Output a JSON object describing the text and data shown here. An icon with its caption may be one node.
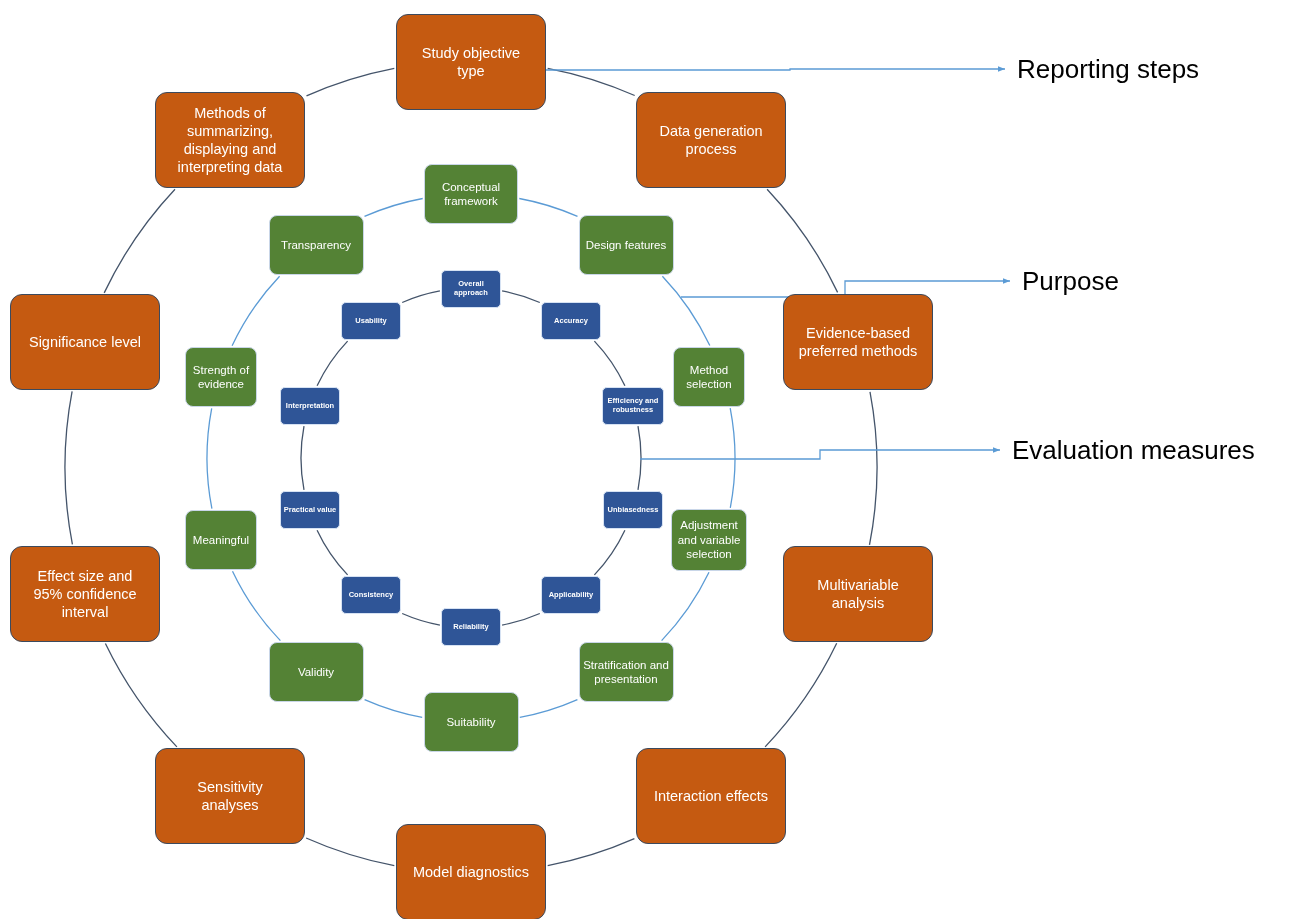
{
  "diagram": {
    "nodes": [
      {
        "text": [
          "Study objective type"
        ]
      },
      {
        "text": [
          "Data generation process"
        ]
      },
      {
        "text": [
          "Evidence-based preferred methods"
        ]
      },
      {
        "text": [
          "Multivariable analysis"
        ]
      },
      {
        "text": [
          "Interaction effects"
        ]
      },
      {
        "text": [
          "Model diagnostics"
        ]
      },
      {
        "text": [
          "Sensitivity analyses"
        ]
      },
      {
        "text": [
          "Effect size and 95% confidence interval"
        ]
      },
      {
        "text": [
          "Significance level"
        ]
      },
      {
        "text": [
          "Methods of summarizing, displaying and interpreting data"
        ]
      },
      {
        "text": [
          "Conceptual framework"
        ]
      },
      {
        "text": [
          "Design features"
        ]
      },
      {
        "text": [
          "Method selection"
        ]
      },
      {
        "text": [
          "Adjustment and variable selection"
        ]
      },
      {
        "text": [
          "Stratification and presentation"
        ]
      },
      {
        "text": [
          "Suitability"
        ]
      },
      {
        "text": [
          "Validity"
        ]
      },
      {
        "text": [
          "Meaningful"
        ]
      },
      {
        "text": [
          "Strength of evidence"
        ]
      },
      {
        "text": [
          "Transparency"
        ]
      },
      {
        "text": [
          "Overall approach"
        ]
      },
      {
        "text": [
          "Accuracy"
        ]
      },
      {
        "text": [
          "Efficiency and robustness"
        ]
      },
      {
        "text": [
          "Unbiasedness"
        ]
      },
      {
        "text": [
          "Applicability"
        ]
      },
      {
        "text": [
          "Reliability"
        ]
      },
      {
        "text": [
          "Consistency"
        ]
      },
      {
        "text": [
          "Practical value"
        ]
      },
      {
        "text": [
          "Interpretation"
        ]
      },
      {
        "text": [
          "Usability"
        ]
      },
      {
        "text": [
          "Reporting steps"
        ]
      },
      {
        "text": [
          "Purpose"
        ]
      },
      {
        "text": [
          "Evaluation measures"
        ]
      }
    ],
    "edges": [
      {
        "from": 0,
        "to": 1,
        "arrow": "none"
      },
      {
        "from": 1,
        "to": 2,
        "arrow": "none"
      },
      {
        "from": 2,
        "to": 3,
        "arrow": "none"
      },
      {
        "from": 3,
        "to": 4,
        "arrow": "none"
      },
      {
        "from": 4,
        "to": 5,
        "arrow": "none"
      },
      {
        "from": 5,
        "to": 6,
        "arrow": "none"
      },
      {
        "from": 6,
        "to": 7,
        "arrow": "none"
      },
      {
        "from": 7,
        "to": 8,
        "arrow": "none"
      },
      {
        "from": 8,
        "to": 9,
        "arrow": "none"
      },
      {
        "from": 9,
        "to": 0,
        "arrow": "none"
      },
      {
        "from": 10,
        "to": 11,
        "arrow": "none",
        "color": "#5b9bd5"
      },
      {
        "from": 11,
        "to": 12,
        "arrow": "none",
        "color": "#5b9bd5"
      },
      {
        "from": 12,
        "to": 13,
        "arrow": "none",
        "color": "#5b9bd5"
      },
      {
        "from": 13,
        "to": 14,
        "arrow": "none",
        "color": "#5b9bd5"
      },
      {
        "from": 14,
        "to": 15,
        "arrow": "none",
        "color": "#5b9bd5"
      },
      {
        "from": 15,
        "to": 16,
        "arrow": "none",
        "color": "#5b9bd5"
      },
      {
        "from": 16,
        "to": 17,
        "arrow": "none",
        "color": "#5b9bd5"
      },
      {
        "from": 17,
        "to": 18,
        "arrow": "none",
        "color": "#5b9bd5"
      },
      {
        "from": 18,
        "to": 19,
        "arrow": "none",
        "color": "#5b9bd5"
      },
      {
        "from": 19,
        "to": 10,
        "arrow": "none",
        "color": "#5b9bd5"
      },
      {
        "from": 20,
        "to": 21,
        "arrow": "none"
      },
      {
        "from": 21,
        "to": 22,
        "arrow": "none"
      },
      {
        "from": 22,
        "to": 23,
        "arrow": "none"
      },
      {
        "from": 23,
        "to": 24,
        "arrow": "none"
      },
      {
        "from": 24,
        "to": 25,
        "arrow": "none"
      },
      {
        "from": 25,
        "to": 26,
        "arrow": "none"
      },
      {
        "from": 26,
        "to": 27,
        "arrow": "none"
      },
      {
        "from": 27,
        "to": 28,
        "arrow": "none"
      },
      {
        "from": 28,
        "to": 29,
        "arrow": "none"
      },
      {
        "from": 29,
        "to": 20,
        "arrow": "none"
      },
      {
        "from": 0,
        "to": 30,
        "arrow": "to",
        "color": "#5b9bd5"
      },
      {
        "from": null,
        "to": 31,
        "arrow": "to",
        "color": "#5b9bd5"
      },
      {
        "from": null,
        "to": 32,
        "arrow": "to",
        "color": "#5b9bd5"
      }
    ]
  }
}
